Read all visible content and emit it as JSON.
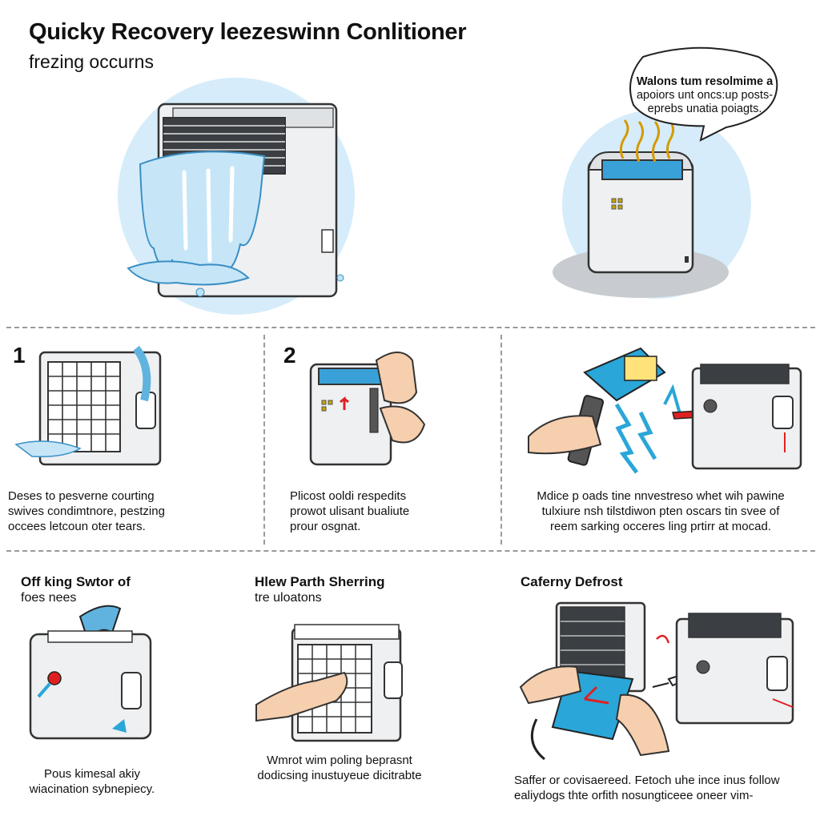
{
  "header": {
    "title": "Quicky Recovery leezeswinn Conlitioner",
    "subtitle": "frezing occurns"
  },
  "speech_bubble": {
    "lines": [
      "Walons tum resolmime a",
      "apoiors unt oncs:up posts-",
      "eprebs unatia poiagts."
    ]
  },
  "steps_row1": [
    {
      "number": "1",
      "caption": [
        "Deses to pesverne courting",
        "swives condimtnore, pestzing",
        "occees letcoun oter tears."
      ]
    },
    {
      "number": "2",
      "caption": [
        "Plicost ooldi respedits",
        "prowot ulisant bualiute",
        "prour osgnat."
      ]
    },
    {
      "number": "",
      "caption": [
        "Mdice p oads tine nnvestreso whet wih pawine",
        "tulxiure nsh tilstdiwon pten oscars tin svee of",
        "reem sarking occeres ling prtirr at mocad."
      ]
    }
  ],
  "steps_row2": [
    {
      "heading": "Off king Swtor of",
      "subheading": "foes nees",
      "caption": [
        "Pous kimesal akiy",
        "wiacination sybnepiecy."
      ]
    },
    {
      "heading": "Hlew Parth Sherring",
      "subheading": "tre uloatons",
      "caption": [
        "Wmrot wim poling beprasnt",
        "dodicsing inustuyeue dicitrabte"
      ]
    },
    {
      "heading": "Caferny Defrost",
      "subheading": "",
      "caption": [
        "Saffer or covisaereed. Fetoch uhe ince inus follow",
        "ealiydogs thte orfith nosungticeee oneer vim-"
      ]
    }
  ],
  "colors": {
    "ice": "#bfe3f7",
    "ice_dark": "#5fb3de",
    "unit": "#eceef0",
    "unit_dark": "#b6bbc1",
    "accent_red": "#e02020",
    "accent_blue": "#2aa6d8",
    "skin": "#f6cfae",
    "glow": "#cfe8f8"
  }
}
